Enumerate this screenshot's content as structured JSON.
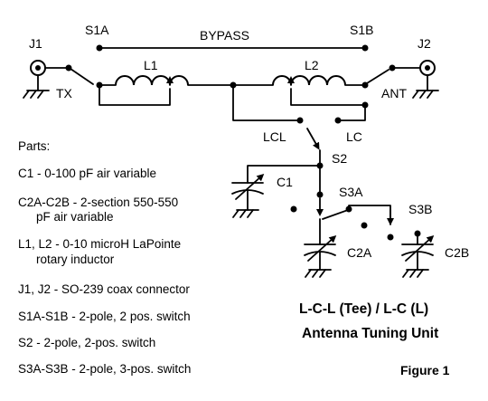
{
  "labels": {
    "j1": "J1",
    "j2": "J2",
    "s1a": "S1A",
    "s1b": "S1B",
    "bypass": "BYPASS",
    "l1": "L1",
    "l2": "L2",
    "tx": "TX",
    "ant": "ANT",
    "lcl": "LCL",
    "lc": "LC",
    "s2": "S2",
    "c1": "C1",
    "s3a": "S3A",
    "s3b": "S3B",
    "c2a": "C2A",
    "c2b": "C2B"
  },
  "parts": {
    "heading": "Parts:",
    "lines": [
      "C1 - 0-100 pF air variable",
      "C2A-C2B - 2-section 550-550",
      "pF air variable",
      "L1, L2 - 0-10 microH LaPointe",
      "rotary inductor",
      "J1, J2 - SO-239 coax connector",
      "S1A-S1B - 2-pole, 2 pos. switch",
      "S2 - 2-pole, 2-pos. switch",
      "S3A-S3B - 2-pole, 3-pos. switch"
    ]
  },
  "title": {
    "line1": "L-C-L (Tee) / L-C (L)",
    "line2": "Antenna Tuning Unit"
  },
  "figure_label": "Figure 1"
}
